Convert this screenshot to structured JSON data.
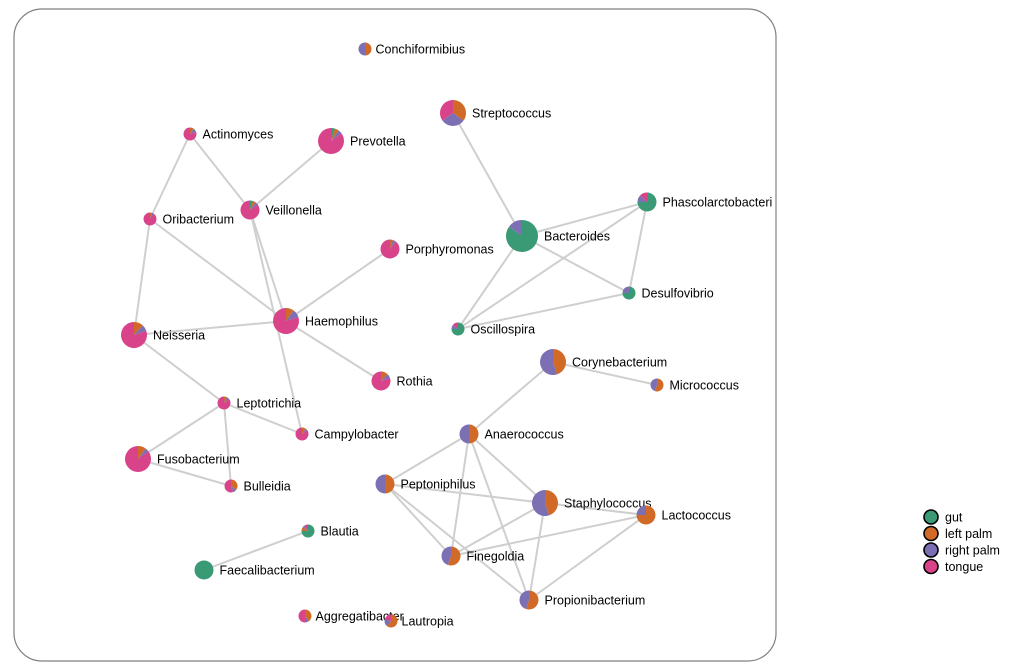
{
  "colors": {
    "gut": "#3a9a75",
    "left_palm": "#d06a26",
    "right_palm": "#7c6fb3",
    "tongue": "#d8438a"
  },
  "legend": [
    {
      "key": "gut",
      "label": "gut"
    },
    {
      "key": "left_palm",
      "label": "left palm"
    },
    {
      "key": "right_palm",
      "label": "right palm"
    },
    {
      "key": "tongue",
      "label": "tongue"
    }
  ],
  "nodes": [
    {
      "id": "conchiformibius",
      "label": "Conchiformibius",
      "size": "small",
      "mix": {
        "gut": 0,
        "left_palm": 0.5,
        "right_palm": 0.5,
        "tongue": 0
      }
    },
    {
      "id": "streptococcus",
      "label": "Streptococcus",
      "size": "large",
      "mix": {
        "gut": 0,
        "left_palm": 0.35,
        "right_palm": 0.3,
        "tongue": 0.35
      }
    },
    {
      "id": "actinomyces",
      "label": "Actinomyces",
      "size": "small",
      "mix": {
        "gut": 0,
        "left_palm": 0.1,
        "right_palm": 0.1,
        "tongue": 0.8
      }
    },
    {
      "id": "prevotella",
      "label": "Prevotella",
      "size": "large",
      "mix": {
        "gut": 0.05,
        "left_palm": 0.05,
        "right_palm": 0.05,
        "tongue": 0.85
      }
    },
    {
      "id": "phascolarctobacteri",
      "label": "Phascolarctobacteri",
      "size": "medium",
      "mix": {
        "gut": 0.75,
        "left_palm": 0,
        "right_palm": 0.12,
        "tongue": 0.13
      }
    },
    {
      "id": "oribacterium",
      "label": "Oribacterium",
      "size": "small",
      "mix": {
        "gut": 0,
        "left_palm": 0.05,
        "right_palm": 0.05,
        "tongue": 0.9
      }
    },
    {
      "id": "veillonella",
      "label": "Veillonella",
      "size": "medium",
      "mix": {
        "gut": 0.05,
        "left_palm": 0.05,
        "right_palm": 0.05,
        "tongue": 0.85
      }
    },
    {
      "id": "bacteroides",
      "label": "Bacteroides",
      "size": "xlarge",
      "mix": {
        "gut": 0.85,
        "left_palm": 0,
        "right_palm": 0.15,
        "tongue": 0
      }
    },
    {
      "id": "porphyromonas",
      "label": "Porphyromonas",
      "size": "medium",
      "mix": {
        "gut": 0,
        "left_palm": 0.05,
        "right_palm": 0.05,
        "tongue": 0.9
      }
    },
    {
      "id": "desulfovibrio",
      "label": "Desulfovibrio",
      "size": "small",
      "mix": {
        "gut": 0.75,
        "left_palm": 0,
        "right_palm": 0.25,
        "tongue": 0
      }
    },
    {
      "id": "neisseria",
      "label": "Neisseria",
      "size": "large",
      "mix": {
        "gut": 0,
        "left_palm": 0.12,
        "right_palm": 0.08,
        "tongue": 0.8
      }
    },
    {
      "id": "haemophilus",
      "label": "Haemophilus",
      "size": "large",
      "mix": {
        "gut": 0,
        "left_palm": 0.1,
        "right_palm": 0.1,
        "tongue": 0.8
      }
    },
    {
      "id": "oscillospira",
      "label": "Oscillospira",
      "size": "small",
      "mix": {
        "gut": 0.75,
        "left_palm": 0,
        "right_palm": 0.1,
        "tongue": 0.15
      }
    },
    {
      "id": "corynebacterium",
      "label": "Corynebacterium",
      "size": "large",
      "mix": {
        "gut": 0,
        "left_palm": 0.45,
        "right_palm": 0.55,
        "tongue": 0
      }
    },
    {
      "id": "rothia",
      "label": "Rothia",
      "size": "medium",
      "mix": {
        "gut": 0,
        "left_palm": 0.12,
        "right_palm": 0.08,
        "tongue": 0.8
      }
    },
    {
      "id": "micrococcus",
      "label": "Micrococcus",
      "size": "small",
      "mix": {
        "gut": 0,
        "left_palm": 0.55,
        "right_palm": 0.45,
        "tongue": 0
      }
    },
    {
      "id": "leptotrichia",
      "label": "Leptotrichia",
      "size": "small",
      "mix": {
        "gut": 0,
        "left_palm": 0.08,
        "right_palm": 0.07,
        "tongue": 0.85
      }
    },
    {
      "id": "campylobacter",
      "label": "Campylobacter",
      "size": "small",
      "mix": {
        "gut": 0,
        "left_palm": 0.1,
        "right_palm": 0.05,
        "tongue": 0.85
      }
    },
    {
      "id": "anaerococcus",
      "label": "Anaerococcus",
      "size": "medium",
      "mix": {
        "gut": 0,
        "left_palm": 0.5,
        "right_palm": 0.5,
        "tongue": 0
      }
    },
    {
      "id": "fusobacterium",
      "label": "Fusobacterium",
      "size": "large",
      "mix": {
        "gut": 0,
        "left_palm": 0.1,
        "right_palm": 0.05,
        "tongue": 0.85
      }
    },
    {
      "id": "bulleidia",
      "label": "Bulleidia",
      "size": "small",
      "mix": {
        "gut": 0,
        "left_palm": 0.35,
        "right_palm": 0.1,
        "tongue": 0.55
      }
    },
    {
      "id": "peptoniphilus",
      "label": "Peptoniphilus",
      "size": "medium",
      "mix": {
        "gut": 0,
        "left_palm": 0.5,
        "right_palm": 0.5,
        "tongue": 0
      }
    },
    {
      "id": "staphylococcus",
      "label": "Staphylococcus",
      "size": "large",
      "mix": {
        "gut": 0,
        "left_palm": 0.45,
        "right_palm": 0.55,
        "tongue": 0
      }
    },
    {
      "id": "lactococcus",
      "label": "Lactococcus",
      "size": "medium",
      "mix": {
        "gut": 0,
        "left_palm": 0.75,
        "right_palm": 0.25,
        "tongue": 0
      }
    },
    {
      "id": "blautia",
      "label": "Blautia",
      "size": "small",
      "mix": {
        "gut": 0.75,
        "left_palm": 0.1,
        "right_palm": 0.05,
        "tongue": 0.1
      }
    },
    {
      "id": "finegoldia",
      "label": "Finegoldia",
      "size": "medium",
      "mix": {
        "gut": 0,
        "left_palm": 0.55,
        "right_palm": 0.45,
        "tongue": 0
      }
    },
    {
      "id": "faecalibacterium",
      "label": "Faecalibacterium",
      "size": "medium",
      "mix": {
        "gut": 1,
        "left_palm": 0,
        "right_palm": 0,
        "tongue": 0
      }
    },
    {
      "id": "propionibacterium",
      "label": "Propionibacterium",
      "size": "medium",
      "mix": {
        "gut": 0,
        "left_palm": 0.55,
        "right_palm": 0.45,
        "tongue": 0
      }
    },
    {
      "id": "aggregatibacter",
      "label": "Aggregatibacter",
      "size": "small",
      "mix": {
        "gut": 0,
        "left_palm": 0.4,
        "right_palm": 0.1,
        "tongue": 0.5
      }
    },
    {
      "id": "lautropia",
      "label": "Lautropia",
      "size": "small",
      "mix": {
        "gut": 0,
        "left_palm": 0.6,
        "right_palm": 0.2,
        "tongue": 0.2
      }
    }
  ],
  "edges": [
    [
      "actinomyces",
      "oribacterium"
    ],
    [
      "actinomyces",
      "veillonella"
    ],
    [
      "prevotella",
      "veillonella"
    ],
    [
      "oribacterium",
      "neisseria"
    ],
    [
      "oribacterium",
      "haemophilus"
    ],
    [
      "veillonella",
      "haemophilus"
    ],
    [
      "veillonella",
      "campylobacter"
    ],
    [
      "porphyromonas",
      "haemophilus"
    ],
    [
      "neisseria",
      "haemophilus"
    ],
    [
      "neisseria",
      "leptotrichia"
    ],
    [
      "haemophilus",
      "rothia"
    ],
    [
      "leptotrichia",
      "fusobacterium"
    ],
    [
      "leptotrichia",
      "bulleidia"
    ],
    [
      "leptotrichia",
      "campylobacter"
    ],
    [
      "fusobacterium",
      "bulleidia"
    ],
    [
      "streptococcus",
      "bacteroides"
    ],
    [
      "bacteroides",
      "phascolarctobacteri"
    ],
    [
      "bacteroides",
      "desulfovibrio"
    ],
    [
      "bacteroides",
      "oscillospira"
    ],
    [
      "phascolarctobacteri",
      "desulfovibrio"
    ],
    [
      "phascolarctobacteri",
      "oscillospira"
    ],
    [
      "desulfovibrio",
      "oscillospira"
    ],
    [
      "corynebacterium",
      "micrococcus"
    ],
    [
      "corynebacterium",
      "anaerococcus"
    ],
    [
      "anaerococcus",
      "peptoniphilus"
    ],
    [
      "anaerococcus",
      "staphylococcus"
    ],
    [
      "anaerococcus",
      "finegoldia"
    ],
    [
      "anaerococcus",
      "propionibacterium"
    ],
    [
      "peptoniphilus",
      "staphylococcus"
    ],
    [
      "peptoniphilus",
      "finegoldia"
    ],
    [
      "peptoniphilus",
      "propionibacterium"
    ],
    [
      "staphylococcus",
      "lactococcus"
    ],
    [
      "staphylococcus",
      "finegoldia"
    ],
    [
      "staphylococcus",
      "propionibacterium"
    ],
    [
      "finegoldia",
      "lactococcus"
    ],
    [
      "propionibacterium",
      "lactococcus"
    ],
    [
      "blautia",
      "faecalibacterium"
    ]
  ]
}
